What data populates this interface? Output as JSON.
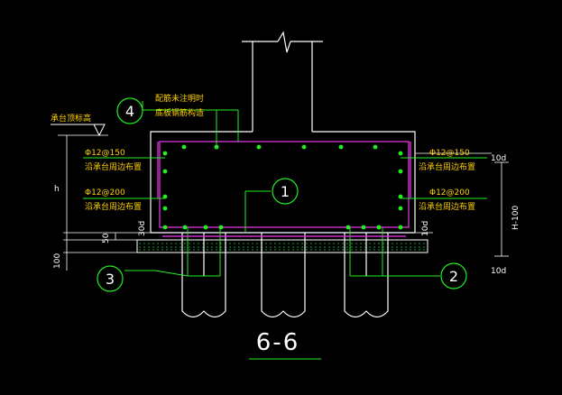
{
  "section_title": "6-6",
  "labels": {
    "cap_level": "承台顶标高",
    "note_top_1": "配筋未注明时",
    "note_top_2": "底板钢筋构造",
    "rebar_left_top": "Φ12@150",
    "rebar_left_top_note": "沿承台周边布置",
    "rebar_left_bottom": "Φ12@200",
    "rebar_left_bottom_note": "沿承台周边布置",
    "rebar_right_top": "Φ12@150",
    "rebar_right_top_note": "沿承台周边布置",
    "rebar_right_bottom": "Φ12@200",
    "rebar_right_bottom_note": "沿承台周边布置",
    "dim_h": "h",
    "dim_50": "50",
    "dim_100": "100",
    "dim_30d_left": "30d",
    "dim_10d_top": "10d",
    "dim_10d_bottom": "10d",
    "dim_h100": "H-100",
    "dim_10d_right": "10d"
  },
  "callouts": [
    "1",
    "2",
    "3",
    "4"
  ],
  "colors": {
    "background": "#000000",
    "outline": "#ffffff",
    "rebar": "#cc33cc",
    "rebar_dots": "#22ee22",
    "leader": "#22ee22",
    "text_yellow": "#ffd200",
    "concrete_hatch": "#22cc44"
  }
}
